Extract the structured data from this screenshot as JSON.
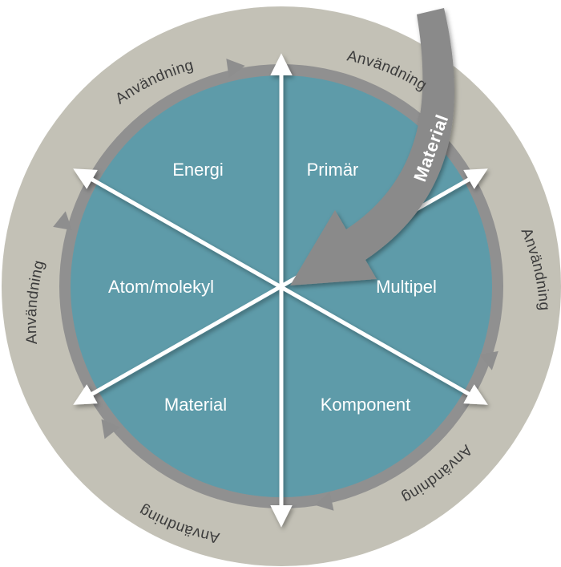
{
  "diagram": {
    "sectors": [
      {
        "id": "energi",
        "label": "Energi"
      },
      {
        "id": "primar",
        "label": "Primär"
      },
      {
        "id": "multipel",
        "label": "Multipel"
      },
      {
        "id": "komponent",
        "label": "Komponent"
      },
      {
        "id": "material",
        "label": "Material"
      },
      {
        "id": "atom",
        "label": "Atom/molekyl"
      }
    ],
    "outer_ring_labels": [
      "Användning",
      "Användning",
      "Användning",
      "Användning",
      "Användning",
      "Användning"
    ],
    "incoming_flow_label": "Material",
    "colors": {
      "outer_ring": "#c3c1b6",
      "inner_ring": "#909090",
      "disc": "#5e9ba9",
      "arrows": "#ffffff",
      "flow_arrow": "#8a8a8a",
      "ring_text": "#3c3c3c"
    }
  }
}
